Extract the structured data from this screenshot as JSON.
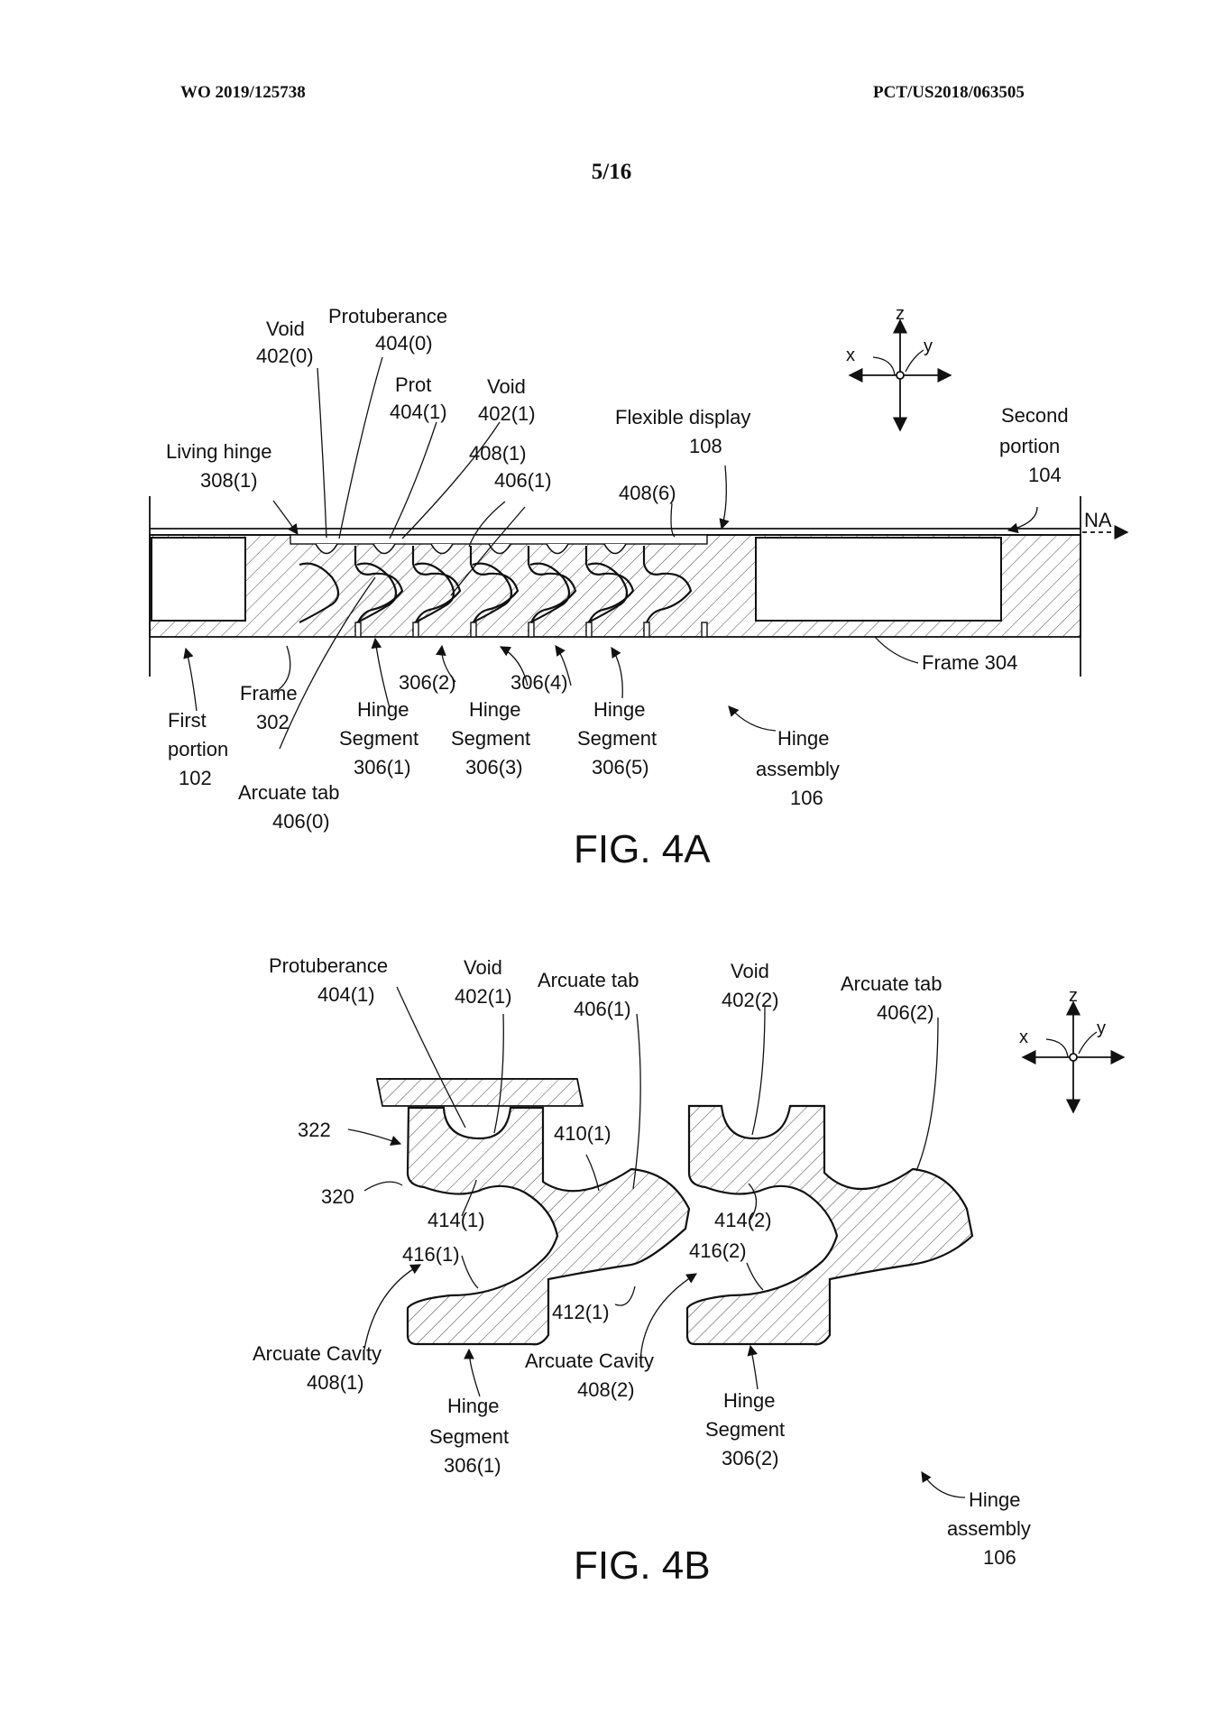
{
  "header": {
    "pub_number": "WO 2019/125738",
    "app_number": "PCT/US2018/063505",
    "sheet": "5/16"
  },
  "fig4a": {
    "caption": "FIG. 4A",
    "labels": {
      "void_0_t": "Void",
      "void_0_n": "402(0)",
      "prot_0_t": "Protuberance",
      "prot_0_n": "404(0)",
      "prot_1_t": "Prot",
      "prot_1_n": "404(1)",
      "void_1_t": "Void",
      "void_1_n": "402(1)",
      "flex_t": "Flexible display",
      "flex_n": "108",
      "second_t1": "Second",
      "second_t2": "portion",
      "second_n": "104",
      "living_t": "Living hinge",
      "living_n": "308(1)",
      "cav_1_n": "408(1)",
      "tab_1_n": "406(1)",
      "cav_6_n": "408(6)",
      "na": "NA",
      "frame302_t": "Frame",
      "frame302_n": "302",
      "first_t1": "First",
      "first_t2": "portion",
      "first_n": "102",
      "hs1_t1": "Hinge",
      "hs1_t2": "Segment",
      "hs1_n": "306(1)",
      "hs2_n": "306(2)",
      "hs3_t1": "Hinge",
      "hs3_t2": "Segment",
      "hs3_n": "306(3)",
      "hs4_n": "306(4)",
      "hs5_t1": "Hinge",
      "hs5_t2": "Segment",
      "hs5_n": "306(5)",
      "frame304": "Frame 304",
      "assembly_t1": "Hinge",
      "assembly_t2": "assembly",
      "assembly_n": "106",
      "tab0_t": "Arcuate tab",
      "tab0_n": "406(0)"
    },
    "axes": {
      "z": "z",
      "x": "x",
      "y": "y"
    }
  },
  "fig4b": {
    "caption": "FIG. 4B",
    "labels": {
      "prot_t": "Protuberance",
      "prot_n": "404(1)",
      "void1_t": "Void",
      "void1_n": "402(1)",
      "tab1_t": "Arcuate tab",
      "tab1_n": "406(1)",
      "void2_t": "Void",
      "void2_n": "402(2)",
      "tab2_t": "Arcuate tab",
      "tab2_n": "406(2)",
      "n322": "322",
      "n320": "320",
      "n410": "410(1)",
      "n414_1": "414(1)",
      "n416_1": "416(1)",
      "n414_2": "414(2)",
      "n416_2": "416(2)",
      "n412": "412(1)",
      "cav1_t": "Arcuate Cavity",
      "cav1_n": "408(1)",
      "cav2_t": "Arcuate Cavity",
      "cav2_n": "408(2)",
      "hs1_t1": "Hinge",
      "hs1_t2": "Segment",
      "hs1_n": "306(1)",
      "hs2_t1": "Hinge",
      "hs2_t2": "Segment",
      "hs2_n": "306(2)",
      "assembly_t1": "Hinge",
      "assembly_t2": "assembly",
      "assembly_n": "106"
    },
    "axes": {
      "z": "z",
      "x": "x",
      "y": "y"
    }
  }
}
